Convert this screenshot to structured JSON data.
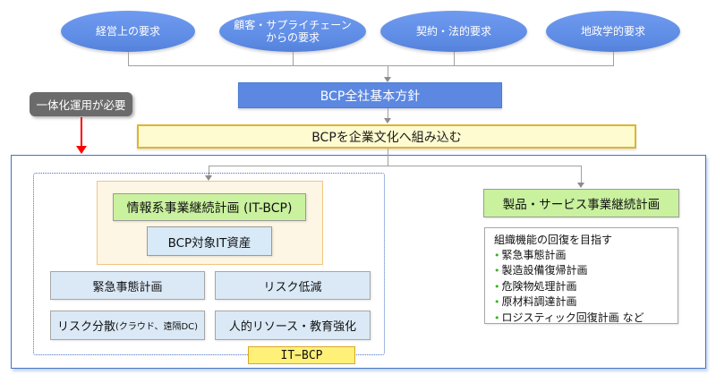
{
  "requirements": [
    {
      "lines": [
        "経営上の要求"
      ]
    },
    {
      "lines": [
        "顧客・サプライチェーン",
        "からの要求"
      ]
    },
    {
      "lines": [
        "契約・法的要求"
      ]
    },
    {
      "lines": [
        "地政学的要求"
      ]
    }
  ],
  "policy": {
    "label": "BCP全社基本方針"
  },
  "culture": {
    "label": "BCPを企業文化へ組み込む"
  },
  "callout": {
    "label": "一体化運用が必要"
  },
  "it_group": {
    "plan_label": "情報系事業継続計画 (IT-BCP)",
    "assets_label": "BCP対象IT資産",
    "boxes": [
      {
        "label": "緊急事態計画",
        "note": ""
      },
      {
        "label": "リスク低減",
        "note": ""
      },
      {
        "label": "リスク分散",
        "note": "(クラウド、遠隔DC)"
      },
      {
        "label": "人的リソース・教育強化",
        "note": ""
      }
    ],
    "tag_label": "IT−BCP"
  },
  "product_group": {
    "title": "製品・サービス事業継続計画",
    "list_header": "組織機能の回復を目指す",
    "bullet": "•",
    "list_items": [
      "緊急事態計画",
      "製造設備復帰計画",
      "危険物処理計画",
      "原材料調達計画",
      "ロジスティック回復計画 など"
    ]
  },
  "colors": {
    "ellipse_blue": "#6290e8",
    "policy_blue": "#5c88e2",
    "pale_yellow_fill": "#fefbd0",
    "gold_border": "#dfb52f",
    "callout_gray": "#6b6b6b",
    "outer_border_blue": "#4472c4",
    "cream_fill": "#fdf6e4",
    "orange_border": "#f2c57e",
    "green_fill": "#c9f19e",
    "lightblue_fill": "#dbe9f6",
    "tag_yellow": "#fff078",
    "bullet_green": "#3fae2a",
    "arrow_red": "#ff0000",
    "connector_gray": "#a0a0a0"
  }
}
